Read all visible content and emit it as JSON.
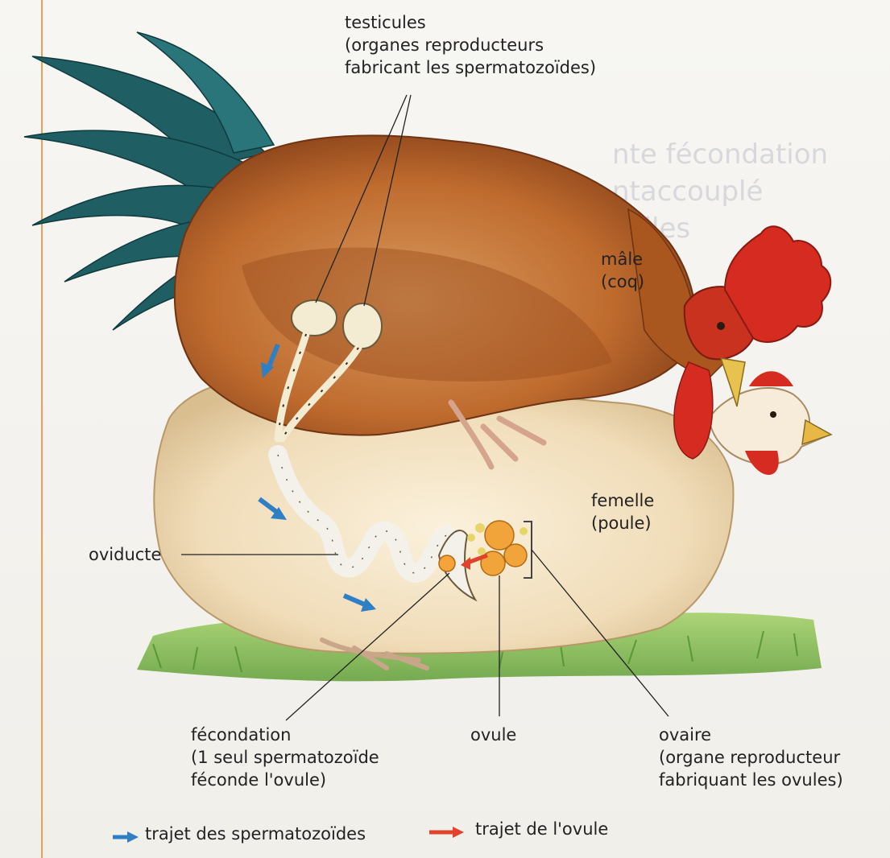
{
  "labels": {
    "testicules": [
      "testicules",
      "(organes reproducteurs",
      "fabricant les spermatozoïdes)"
    ],
    "male": [
      "mâle",
      "(coq)"
    ],
    "femelle": [
      "femelle",
      "(poule)"
    ],
    "oviducte": "oviducte",
    "fecondation": [
      "fécondation",
      "(1 seul spermatozoïde",
      "féconde l'ovule)"
    ],
    "ovule": "ovule",
    "ovaire": [
      "ovaire",
      "(organe reproducteur",
      "fabriquant les ovules)"
    ]
  },
  "legend": {
    "sperm_path": "trajet des spermatozoïdes",
    "ovule_path": "trajet de l'ovule"
  },
  "colors": {
    "sperm_arrow": "#2f7fc4",
    "ovule_arrow": "#e2412b",
    "rooster_body": "#b8612a",
    "rooster_tail": "#1f5f63",
    "comb": "#d62b20",
    "hen_body": "#f3e3c6",
    "grass": "#7fb64a",
    "left_margin_line": "#e8a253"
  }
}
